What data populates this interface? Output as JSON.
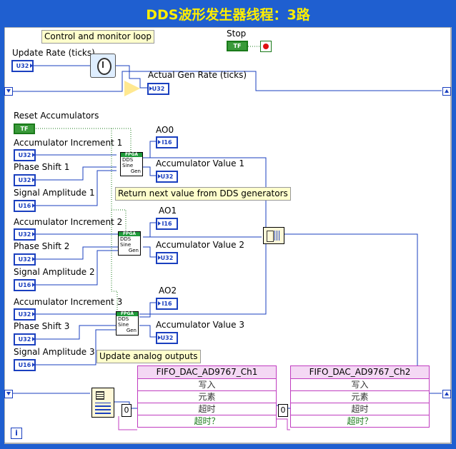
{
  "window": {
    "title": "DDS波形发生器线程：3路"
  },
  "notes": {
    "loop": "Control and monitor loop",
    "dds": "Return next value from DDS generators",
    "update": "Update analog outputs"
  },
  "labels": {
    "stop": "Stop",
    "update_rate": "Update Rate (ticks)",
    "actual_gen_rate": "Actual Gen Rate (ticks)",
    "reset_acc": "Reset Accumulators",
    "acc_inc_1": "Accumulator Increment 1",
    "phase_1": "Phase Shift 1",
    "amp_1": "Signal Amplitude 1",
    "acc_val_1": "Accumulator Value 1",
    "ao0": "AO0",
    "acc_inc_2": "Accumulator Increment 2",
    "phase_2": "Phase Shift 2",
    "amp_2": "Signal Amplitude 2",
    "acc_val_2": "Accumulator Value 2",
    "ao1": "AO1",
    "acc_inc_3": "Accumulator Increment 3",
    "phase_3": "Phase Shift 3",
    "amp_3": "Signal Amplitude 3",
    "acc_val_3": "Accumulator Value 3",
    "ao2": "AO2"
  },
  "terminals": {
    "u32": "U32",
    "i16": "I16",
    "u16": "U16",
    "tf": "TF"
  },
  "fpga": {
    "tag": "FPGA",
    "line1": "DDS",
    "line2": "Sine",
    "line3": "Gen"
  },
  "fifo1": {
    "title": "FIFO_DAC_AD9767_Ch1",
    "rows": [
      "写入",
      "元素",
      "超时",
      "超时？"
    ]
  },
  "fifo2": {
    "title": "FIFO_DAC_AD9767_Ch2",
    "rows": [
      "写入",
      "元素",
      "超时",
      "超时？"
    ]
  },
  "constants": {
    "zero1": "0",
    "zero2": "0"
  },
  "loop_iter": "i",
  "colors": {
    "frame": "#1f5fd0",
    "title": "#ffee00",
    "wire_int": "#1a3fbf",
    "wire_bool": "#1a7a1a",
    "fifo": "#c03cc0"
  }
}
